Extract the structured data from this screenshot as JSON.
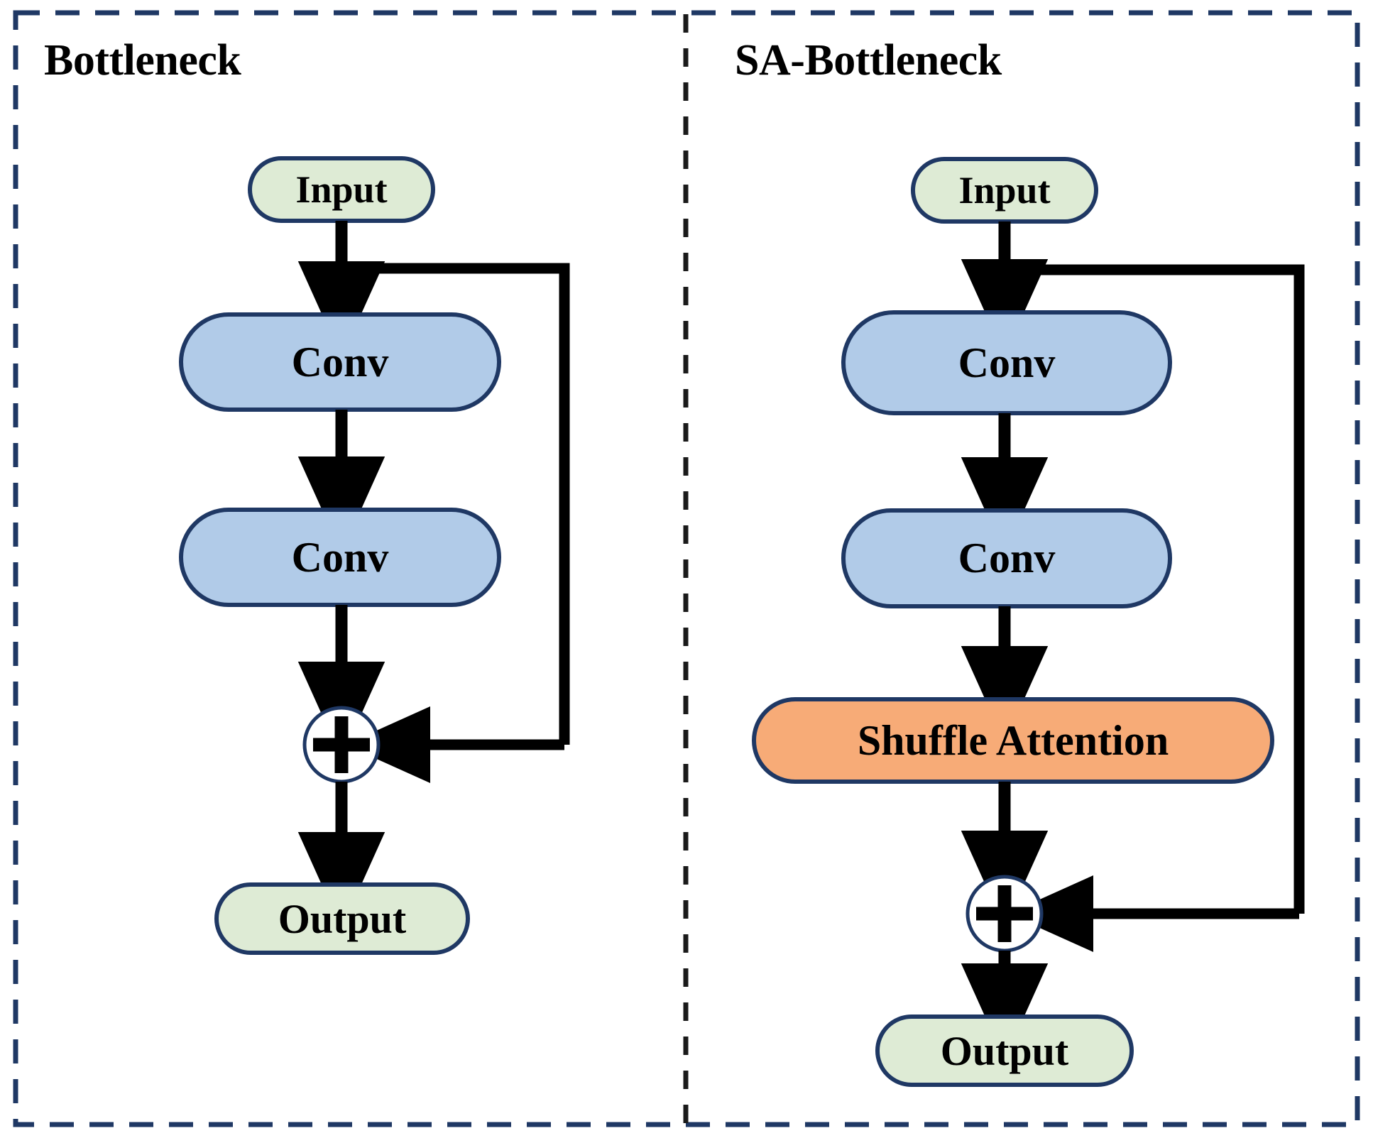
{
  "figure": {
    "type": "block-diagram",
    "description": "Side-by-side comparison of a standard residual Bottleneck block and an SA-Bottleneck block with Shuffle Attention",
    "outer_border": {
      "style": "dashed",
      "color": "#1F3864"
    },
    "divider": {
      "style": "dashed",
      "color": "#1A1A1A"
    }
  },
  "colors": {
    "green_fill": "#DEEBD5",
    "blue_fill": "#B1CBE8",
    "orange_fill": "#F7AB77",
    "node_stroke": "#1F3864",
    "arrow": "#000000",
    "text": "#000000",
    "background": "#FFFFFF"
  },
  "panels": [
    {
      "id": "bottleneck",
      "title": "Bottleneck",
      "nodes": [
        {
          "id": "input",
          "label": "Input",
          "shape": "rounded-pill",
          "fill": "green"
        },
        {
          "id": "conv1",
          "label": "Conv",
          "shape": "rounded-pill",
          "fill": "blue"
        },
        {
          "id": "conv2",
          "label": "Conv",
          "shape": "rounded-pill",
          "fill": "blue"
        },
        {
          "id": "add",
          "label": "+",
          "shape": "circle",
          "fill": "none"
        },
        {
          "id": "output",
          "label": "Output",
          "shape": "rounded-pill",
          "fill": "green"
        }
      ],
      "edges": [
        {
          "from": "input",
          "to": "conv1",
          "kind": "arrow-down"
        },
        {
          "from": "conv1",
          "to": "conv2",
          "kind": "arrow-down"
        },
        {
          "from": "conv2",
          "to": "add",
          "kind": "arrow-down"
        },
        {
          "from": "add",
          "to": "output",
          "kind": "arrow-down"
        },
        {
          "from": "input",
          "to": "add",
          "kind": "skip-connection-right"
        }
      ]
    },
    {
      "id": "sa-bottleneck",
      "title": "SA-Bottleneck",
      "nodes": [
        {
          "id": "input",
          "label": "Input",
          "shape": "rounded-pill",
          "fill": "green"
        },
        {
          "id": "conv1",
          "label": "Conv",
          "shape": "rounded-pill",
          "fill": "blue"
        },
        {
          "id": "conv2",
          "label": "Conv",
          "shape": "rounded-pill",
          "fill": "blue"
        },
        {
          "id": "shuffle",
          "label": "Shuffle Attention",
          "shape": "pill",
          "fill": "orange"
        },
        {
          "id": "add",
          "label": "+",
          "shape": "circle",
          "fill": "none"
        },
        {
          "id": "output",
          "label": "Output",
          "shape": "rounded-pill",
          "fill": "green"
        }
      ],
      "edges": [
        {
          "from": "input",
          "to": "conv1",
          "kind": "arrow-down"
        },
        {
          "from": "conv1",
          "to": "conv2",
          "kind": "arrow-down"
        },
        {
          "from": "conv2",
          "to": "shuffle",
          "kind": "arrow-down"
        },
        {
          "from": "shuffle",
          "to": "add",
          "kind": "arrow-down"
        },
        {
          "from": "add",
          "to": "output",
          "kind": "arrow-down"
        },
        {
          "from": "input",
          "to": "add",
          "kind": "skip-connection-right"
        }
      ]
    }
  ]
}
